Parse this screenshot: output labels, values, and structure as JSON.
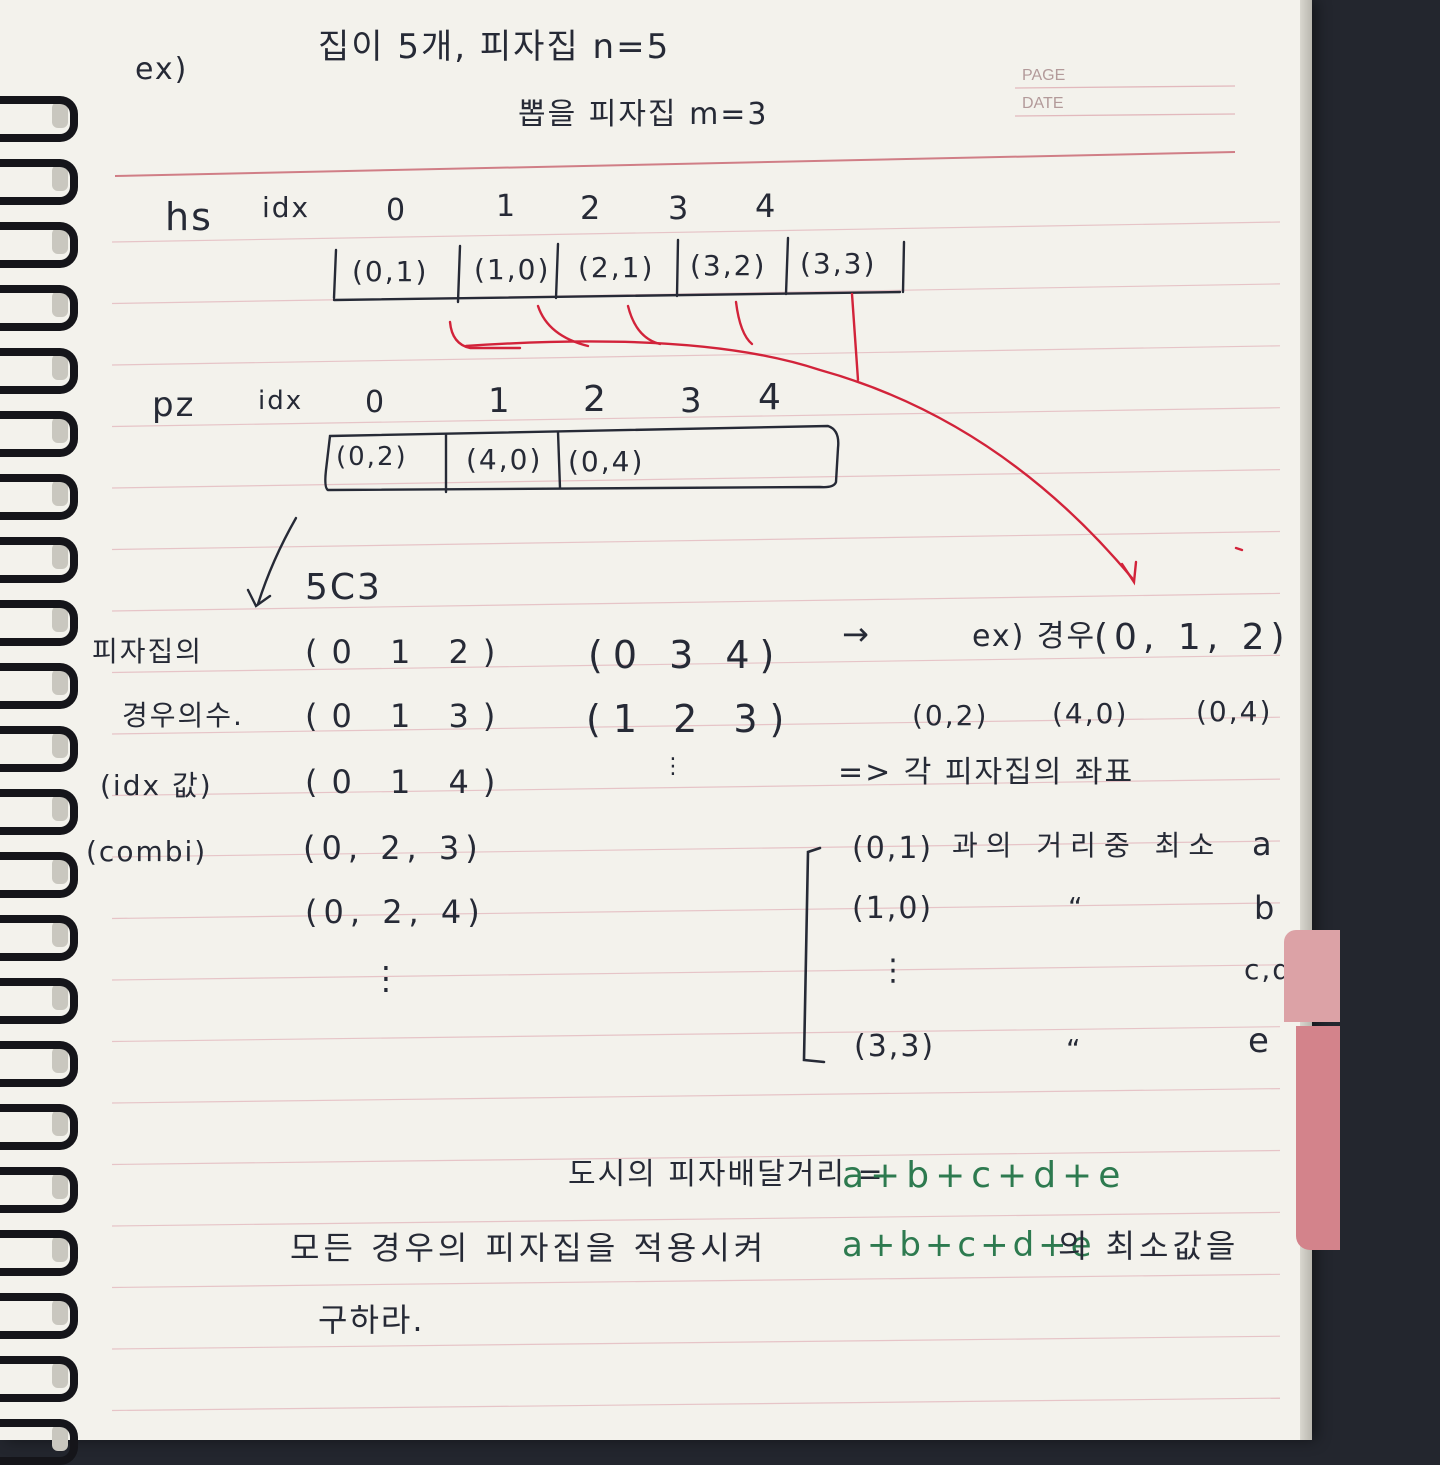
{
  "header": {
    "page_label": "PAGE",
    "date_label": "DATE"
  },
  "intro": {
    "ex": "ex)",
    "line1": "집이 5개,   피자집 n=5",
    "line2": "뽑을 피자집 m=3"
  },
  "hs": {
    "name": "hs",
    "idx_label": "idx",
    "indices": [
      "0",
      "1",
      "2",
      "3",
      "4"
    ],
    "cells": [
      "(0,1)",
      "(1,0)",
      "(2,1)",
      "(3,2)",
      "(3,3)"
    ]
  },
  "pz": {
    "name": "pz",
    "idx_label": "idx",
    "indices": [
      "0",
      "1",
      "2",
      "3",
      "4"
    ],
    "cells": [
      "(0,2)",
      "(4,0)",
      "(0,4)"
    ]
  },
  "combination": {
    "ncr": "5C3",
    "side_labels": [
      "피자집의",
      "경우의수.",
      "(idx 값)",
      "(combi)"
    ],
    "list_a": [
      "(0 1 2)",
      "(0 1 3)",
      "(0 1 4)",
      "(0, 2, 3)",
      "(0, 2, 4)",
      "⋮"
    ],
    "list_b": [
      "(0 3 4)",
      "(1 2 3)",
      "⋮"
    ]
  },
  "example": {
    "arrow": "→",
    "case_label": "ex) 경우",
    "case_value": "(0, 1, 2)",
    "coords": [
      "(0,2)",
      "(4,0)",
      "(0,4)"
    ],
    "coords_caption": "=> 각 피자집의 좌표",
    "rows": [
      {
        "point": "(0,1)",
        "text": "과의 거리중 최소",
        "letter": "a"
      },
      {
        "point": "(1,0)",
        "text": "“",
        "letter": "b"
      },
      {
        "point": "⋮",
        "text": "",
        "letter": "c,d"
      },
      {
        "point": "(3,3)",
        "text": "“",
        "letter": "e"
      }
    ]
  },
  "footer": {
    "line1_prefix": "도시의 피자배달거리 =",
    "line1_formula": "a+b+c+d+e",
    "line2_prefix": "모든 경우의 피자집을 적용시켜",
    "line2_formula": "a+b+c+d+e",
    "line2_suffix": "의 최소값을",
    "line3": "구하라."
  },
  "colors": {
    "ink": "#262a36",
    "red_ink": "#d2233a",
    "green_ink": "#2d7a4f",
    "rule_line": "#e2b9bd",
    "tab": "#d3838b"
  }
}
